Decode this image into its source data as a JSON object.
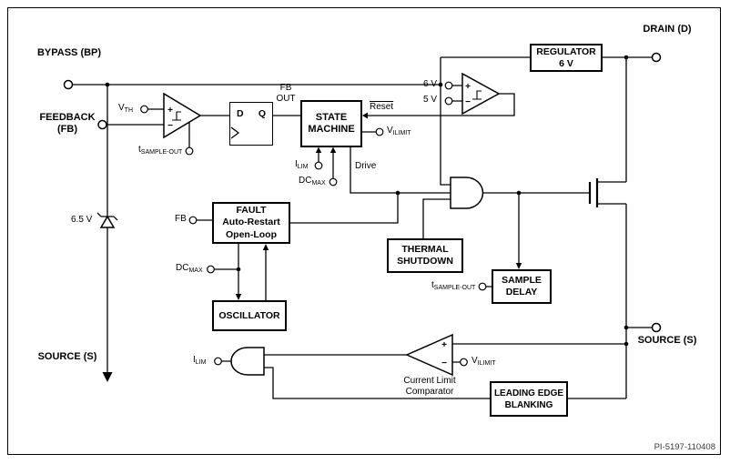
{
  "part_code": "PI-5197-110408",
  "terminals": {
    "bypass": {
      "line1": "BYPASS",
      "line2": "(BP)"
    },
    "feedback": {
      "line1": "FEEDBACK",
      "line2": "(FB)"
    },
    "drain": {
      "line1": "DRAIN",
      "line2": "(D)"
    },
    "source_left": {
      "line1": "SOURCE",
      "line2": "(S)"
    },
    "source_right": {
      "line1": "SOURCE",
      "line2": "(S)"
    }
  },
  "blocks": {
    "regulator": {
      "line1": "REGULATOR",
      "line2": "6 V"
    },
    "state_machine": {
      "line1": "STATE",
      "line2": "MACHINE"
    },
    "flip_flop": {
      "d": "D",
      "q": "Q"
    },
    "fault": {
      "line1": "FAULT",
      "line2": "Auto-Restart",
      "line3": "Open-Loop"
    },
    "oscillator": {
      "line1": "OSCILLATOR"
    },
    "thermal_shutdown": {
      "line1": "THERMAL",
      "line2": "SHUTDOWN"
    },
    "sample_delay": {
      "line1": "SAMPLE",
      "line2": "DELAY"
    },
    "leading_edge_blanking": {
      "line1": "LEADING EDGE",
      "line2": "BLANKING"
    }
  },
  "signals": {
    "vth": {
      "base": "V",
      "sub": "TH"
    },
    "tsample_clock": {
      "base": "t",
      "sub": "SAMPLE-OUT"
    },
    "tsample_delay": {
      "base": "t",
      "sub": "SAMPLE-OUT"
    },
    "ilim_state": {
      "base": "I",
      "sub": "LIM"
    },
    "ilim_gate": {
      "base": "I",
      "sub": "LIM"
    },
    "dcmax_state": {
      "base": "DC",
      "sub": "MAX"
    },
    "dcmax_fault": {
      "base": "DC",
      "sub": "MAX"
    },
    "vilimit_state": {
      "base": "V",
      "sub": "ILIMIT"
    },
    "vilimit_cmp": {
      "base": "V",
      "sub": "ILIMIT"
    },
    "fb_out": {
      "line1": "FB",
      "line2": "OUT"
    },
    "fb_fault": "FB",
    "reset": "Reset",
    "drive": "Drive",
    "ref_6v": "6 V",
    "ref_5v": "5 V",
    "zener_voltage": "6.5 V",
    "current_limit_comparator": {
      "line1": "Current Limit",
      "line2": "Comparator"
    }
  },
  "glyphs": {
    "plus": "+",
    "minus": "−"
  }
}
